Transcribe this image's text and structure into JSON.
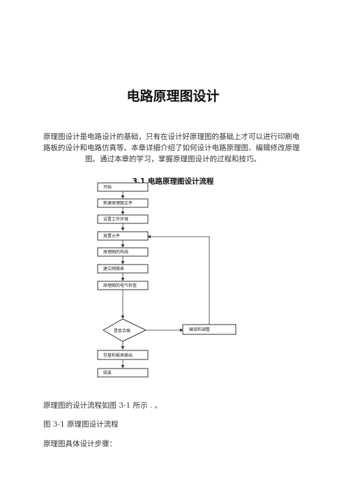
{
  "document": {
    "title": "电路原理图设计",
    "intro_lines": [
      "原理图设计是电路设计的基础，只有在设计好原理图的基础上才可以进行印刷电",
      "路板的设计和电路仿真等。本章详细介绍了如何设计电路原理图、编辑修改原理",
      "图。通过本章的学习，掌握原理图设计的过程和技巧。"
    ],
    "section_heading": "3.1  电路原理图设计流程",
    "flowchart": {
      "steps": [
        "开始",
        "新建原理图文件",
        "设置工作环境",
        "放置元件",
        "原理图的布线",
        "建立网络表",
        "原理图的电气检查",
        "是否合格",
        "存盘和报表输出",
        "结束"
      ],
      "side_step": "编译和调整"
    },
    "paragraphs": [
      "原理图的设计流程如图 3-1 所示 . 。",
      "图 3-1 原理图设计流程",
      "原理图具体设计步骤："
    ]
  }
}
